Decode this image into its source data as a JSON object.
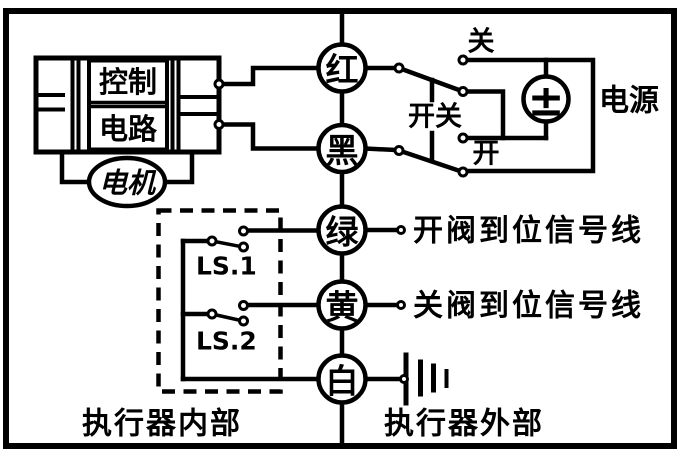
{
  "colors": {
    "foreground": "#000000",
    "background": "#ffffff"
  },
  "actuator_internal": {
    "control_box": {
      "line1": "控制",
      "line2": "电路"
    },
    "motor_label": "电机",
    "limit_switches": {
      "ls1": "LS.1",
      "ls2": "LS.2"
    },
    "zone_label": "执行器内部"
  },
  "terminals": {
    "red": "红",
    "black": "黑",
    "green": "绿",
    "yellow": "黄",
    "white": "白"
  },
  "actuator_external": {
    "switch": {
      "label": "开关",
      "position_close": "关",
      "position_open": "开"
    },
    "power": {
      "label": "电源",
      "battery_symbol": "±"
    },
    "signal_lines": {
      "open_in_place": "开阀到位信号线",
      "close_in_place": "关阀到位信号线"
    },
    "zone_label": "执行器外部"
  }
}
